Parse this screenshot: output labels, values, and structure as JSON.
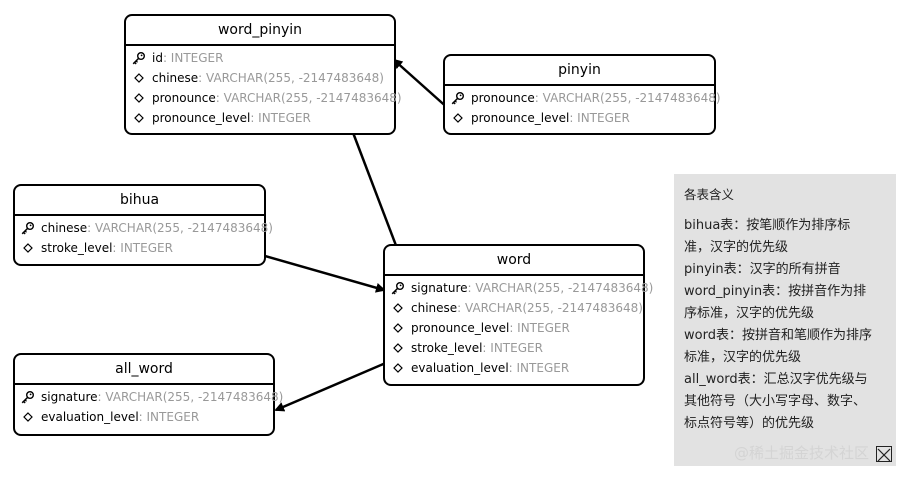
{
  "tables": {
    "word_pinyin": {
      "title": "word_pinyin",
      "rows": [
        {
          "key": true,
          "name": "id",
          "type": ": INTEGER"
        },
        {
          "key": false,
          "name": "chinese",
          "type": ": VARCHAR(255, -2147483648)"
        },
        {
          "key": false,
          "name": "pronounce",
          "type": ": VARCHAR(255, -2147483648)"
        },
        {
          "key": false,
          "name": "pronounce_level",
          "type": ": INTEGER"
        }
      ]
    },
    "pinyin": {
      "title": "pinyin",
      "rows": [
        {
          "key": true,
          "name": "pronounce",
          "type": ": VARCHAR(255, -2147483648)"
        },
        {
          "key": false,
          "name": "pronounce_level",
          "type": ": INTEGER"
        }
      ]
    },
    "bihua": {
      "title": "bihua",
      "rows": [
        {
          "key": true,
          "name": "chinese",
          "type": ": VARCHAR(255, -2147483648)"
        },
        {
          "key": false,
          "name": "stroke_level",
          "type": ": INTEGER"
        }
      ]
    },
    "word": {
      "title": "word",
      "rows": [
        {
          "key": true,
          "name": "signature",
          "type": ": VARCHAR(255, -2147483648)"
        },
        {
          "key": false,
          "name": "chinese",
          "type": ": VARCHAR(255, -2147483648)"
        },
        {
          "key": false,
          "name": "pronounce_level",
          "type": ": INTEGER"
        },
        {
          "key": false,
          "name": "stroke_level",
          "type": ": INTEGER"
        },
        {
          "key": false,
          "name": "evaluation_level",
          "type": ": INTEGER"
        }
      ]
    },
    "all_word": {
      "title": "all_word",
      "rows": [
        {
          "key": true,
          "name": "signature",
          "type": ": VARCHAR(255, -2147483648)"
        },
        {
          "key": false,
          "name": "evaluation_level",
          "type": ": INTEGER"
        }
      ]
    }
  },
  "note": {
    "title": "各表含义",
    "lines": [
      "bihua表：按笔顺作为排序标",
      "准，汉字的优先级",
      "pinyin表：汉字的所有拼音",
      "word_pinyin表：按拼音作为排",
      "序标准，汉字的优先级",
      "word表：按拼音和笔顺作为排序",
      "标准，汉字的优先级",
      "all_word表：汇总汉字优先级与",
      "其他符号（大小写字母、数字、",
      "标点符号等）的优先级"
    ]
  },
  "watermark": "@稀土掘金技术社区"
}
